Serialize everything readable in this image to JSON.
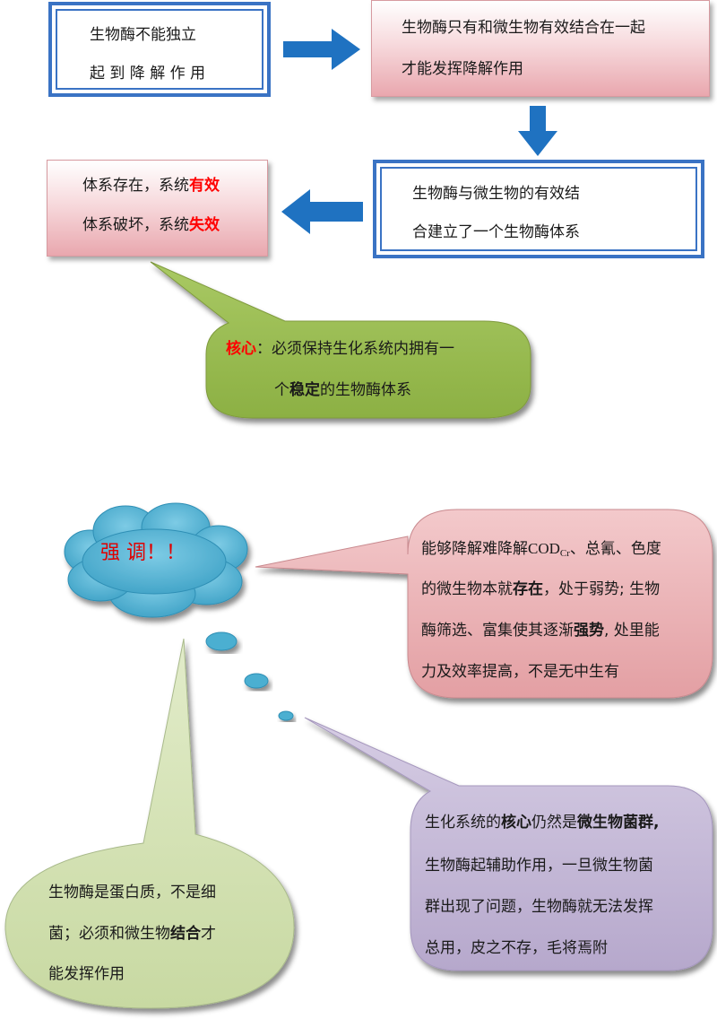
{
  "colors": {
    "blue_border": "#3a73c4",
    "arrow_blue": "#1f72c1",
    "green_callout": "#99bc4e",
    "pink_callout": "#e7aaad",
    "purple_callout": "#c4b8d6",
    "light_green_callout": "#d6e3b8",
    "cloud": "#4bafd1",
    "emphasis_red": "#ff0000"
  },
  "box1": {
    "line1": "生物酶不能独立",
    "line2": "起 到 降 解 作 用"
  },
  "box2": {
    "line1": "生物酶只有和微生物有效结合在一起",
    "line2": "才能发挥降解作用"
  },
  "box3": {
    "line1": "生物酶与微生物的有效结",
    "line2": "合建立了一个生物酶体系"
  },
  "box4": {
    "line1_prefix": "体系存在，系统",
    "line1_emph": "有效",
    "line2_prefix": "体系破坏，系统",
    "line2_emph": "失效"
  },
  "core_callout": {
    "label": "核心",
    "line1_rest": "：必须保持生化系统内拥有一",
    "line2_prefix": "个",
    "line2_bold": "稳定",
    "line2_rest": "的生物酶体系"
  },
  "cloud": {
    "text": "强 调！！"
  },
  "pink_callout": {
    "line1_a": "能够降解难降解",
    "cod": "COD",
    "cod_sub": "Cr",
    "line1_b": "、总氰、色度",
    "line2_a": "的微生物本就",
    "line2_bold": "存在",
    "line2_b": "，处于弱势; 生物",
    "line3_a": "酶筛选、富集使其逐渐",
    "line3_bold": "强势",
    "line3_b": ", 处里能",
    "line4": "力及效率提高，不是无中生有"
  },
  "purple_callout": {
    "line1_a": "生化系统的",
    "line1_bold1": "核心",
    "line1_b": "仍然是",
    "line1_bold2": "微生物菌群",
    "line1_c": ",",
    "line2": "生物酶起辅助作用，一旦微生物菌",
    "line3": "群出现了问题，生物酶就无法发挥",
    "line4": "总用，皮之不存，毛将焉附"
  },
  "green_callout": {
    "line1": "生物酶是蛋白质，不是细",
    "line2_a": "菌；必须和微生物",
    "line2_bold": "结合",
    "line2_b": "才",
    "line3": "能发挥作用"
  }
}
